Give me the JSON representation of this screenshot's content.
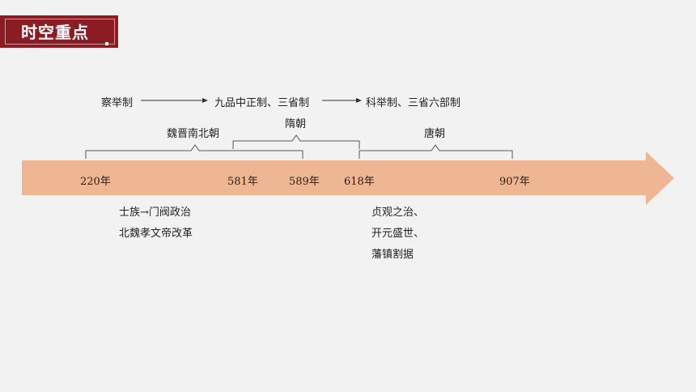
{
  "header": {
    "title": "时空重点"
  },
  "systems": {
    "first": "察举制",
    "second": "九品中正制、三省制",
    "third": "科举制、三省六部制"
  },
  "periods": {
    "wei_jin": "魏晋南北朝",
    "sui": "隋朝",
    "tang": "唐朝"
  },
  "timeline": {
    "years": [
      "220年",
      "581年",
      "589年",
      "618年",
      "907年"
    ]
  },
  "events": {
    "wei_jin": [
      "士族→门阀政治",
      "北魏孝文帝改革"
    ],
    "tang": [
      "贞观之治、",
      "开元盛世、",
      "藩镇割据"
    ]
  },
  "colors": {
    "title_bg": "#8b1c24",
    "arrow_fill": "#efb693",
    "background": "#f2f2f2"
  }
}
